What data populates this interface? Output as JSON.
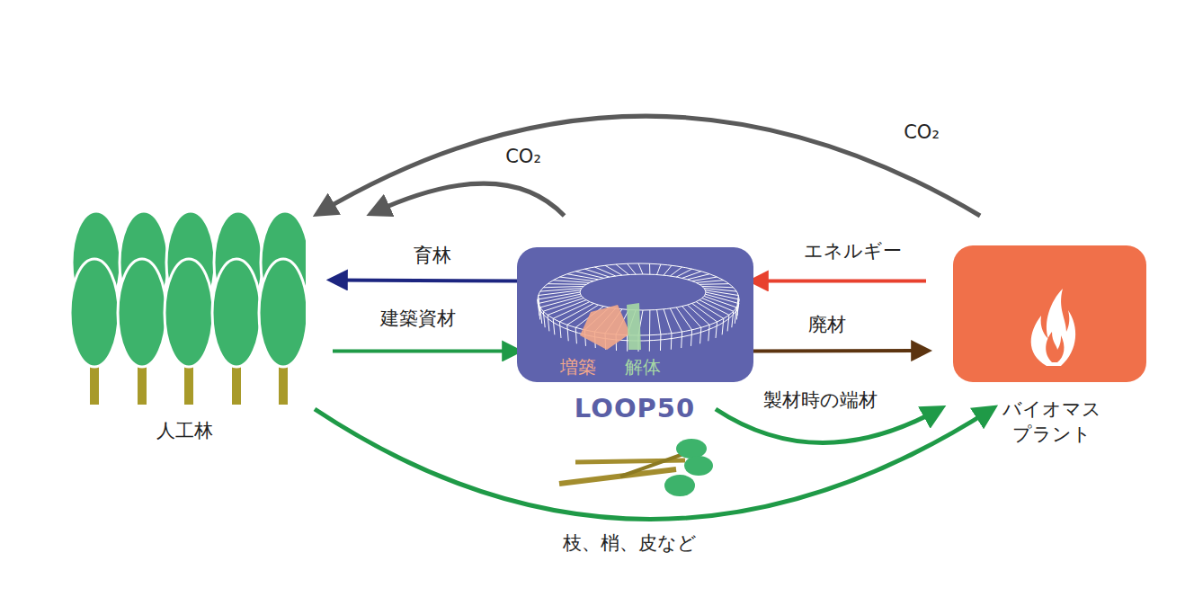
{
  "diagram": {
    "nodes": [
      {
        "text": [
          "人工林"
        ]
      },
      {
        "text": [
          "増築",
          "解体",
          "LOOP50"
        ]
      },
      {
        "text": [
          "バイオマス プラント"
        ]
      }
    ],
    "edges": [
      {
        "from": 1,
        "to": 0,
        "label": "CO₂",
        "arrow": "to"
      },
      {
        "from": 2,
        "to": 0,
        "label": "CO₂",
        "arrow": "to"
      },
      {
        "from": 1,
        "to": 0,
        "label": "育林",
        "arrow": "to"
      },
      {
        "from": 0,
        "to": 1,
        "label": "建築資材",
        "arrow": "to"
      },
      {
        "from": 2,
        "to": 1,
        "label": "エネルギー",
        "arrow": "to"
      },
      {
        "from": 1,
        "to": 2,
        "label": "廃材",
        "arrow": "to"
      },
      {
        "from": 1,
        "to": 2,
        "label": "製材時の端材",
        "arrow": "to"
      },
      {
        "from": 0,
        "to": 2,
        "label": "枝、梢、皮など",
        "arrow": "to"
      }
    ]
  }
}
